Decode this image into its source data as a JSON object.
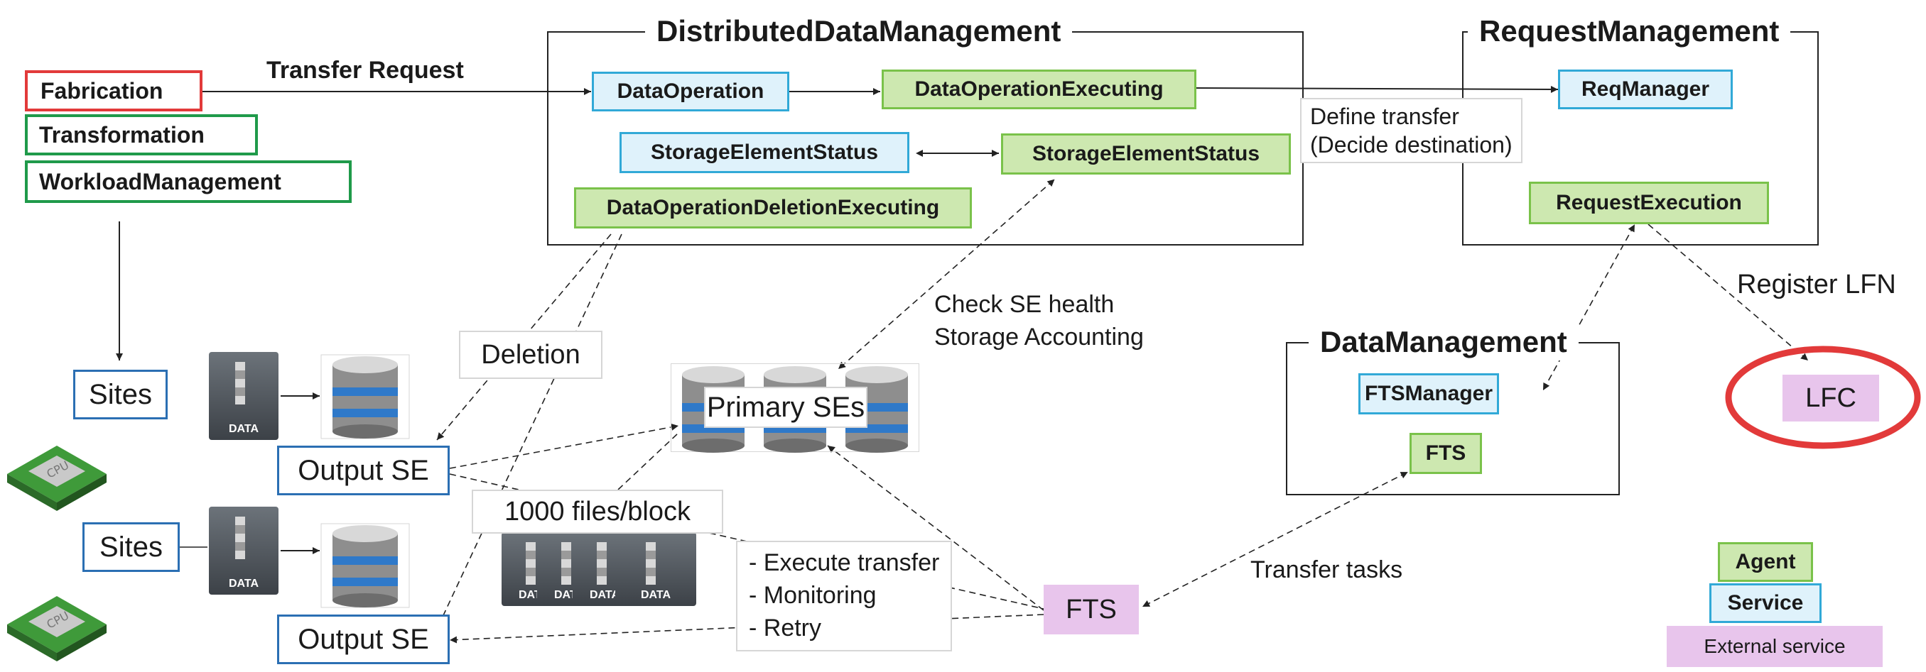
{
  "containers": {
    "ddm_title": "DistributedDataManagement",
    "rm_title": "RequestManagement",
    "dm_title": "DataManagement"
  },
  "nodes": {
    "fabrication": "Fabrication",
    "transformation": "Transformation",
    "workload": "WorkloadManagement",
    "data_operation": "DataOperation",
    "data_operation_executing": "DataOperationExecuting",
    "se_status_service": "StorageElementStatus",
    "se_status_agent": "StorageElementStatus",
    "deletion_executing": "DataOperationDeletionExecuting",
    "req_manager": "ReqManager",
    "request_execution": "RequestExecution",
    "fts_manager": "FTSManager",
    "fts_agent": "FTS",
    "lfc": "LFC",
    "fts_external": "FTS",
    "sites_1": "Sites",
    "sites_2": "Sites",
    "output_se_1": "Output SE",
    "output_se_2": "Output SE",
    "primary_ses": "Primary SEs"
  },
  "labels": {
    "transfer_request": "Transfer Request",
    "define_transfer": [
      "Define transfer",
      "(Decide destination)"
    ],
    "deletion": "Deletion",
    "check_se": [
      "Check SE health",
      "Storage Accounting"
    ],
    "register_lfn": "Register LFN",
    "files_block": "1000 files/block",
    "transfer_tasks": "Transfer tasks",
    "execute_notes": [
      "- Execute transfer",
      "- Monitoring",
      "- Retry"
    ]
  },
  "icons": {
    "data_label": "DATA",
    "cpu_label": "CPU"
  },
  "legend": {
    "agent": "Agent",
    "service": "Service",
    "external": "External service"
  },
  "colors": {
    "service_fill": "#dff2fb",
    "service_border": "#31a9d7",
    "agent_fill": "#cde8b0",
    "agent_border": "#7ac24a",
    "external_fill": "#e8c5ec",
    "highlight_red": "#e23a3a"
  }
}
